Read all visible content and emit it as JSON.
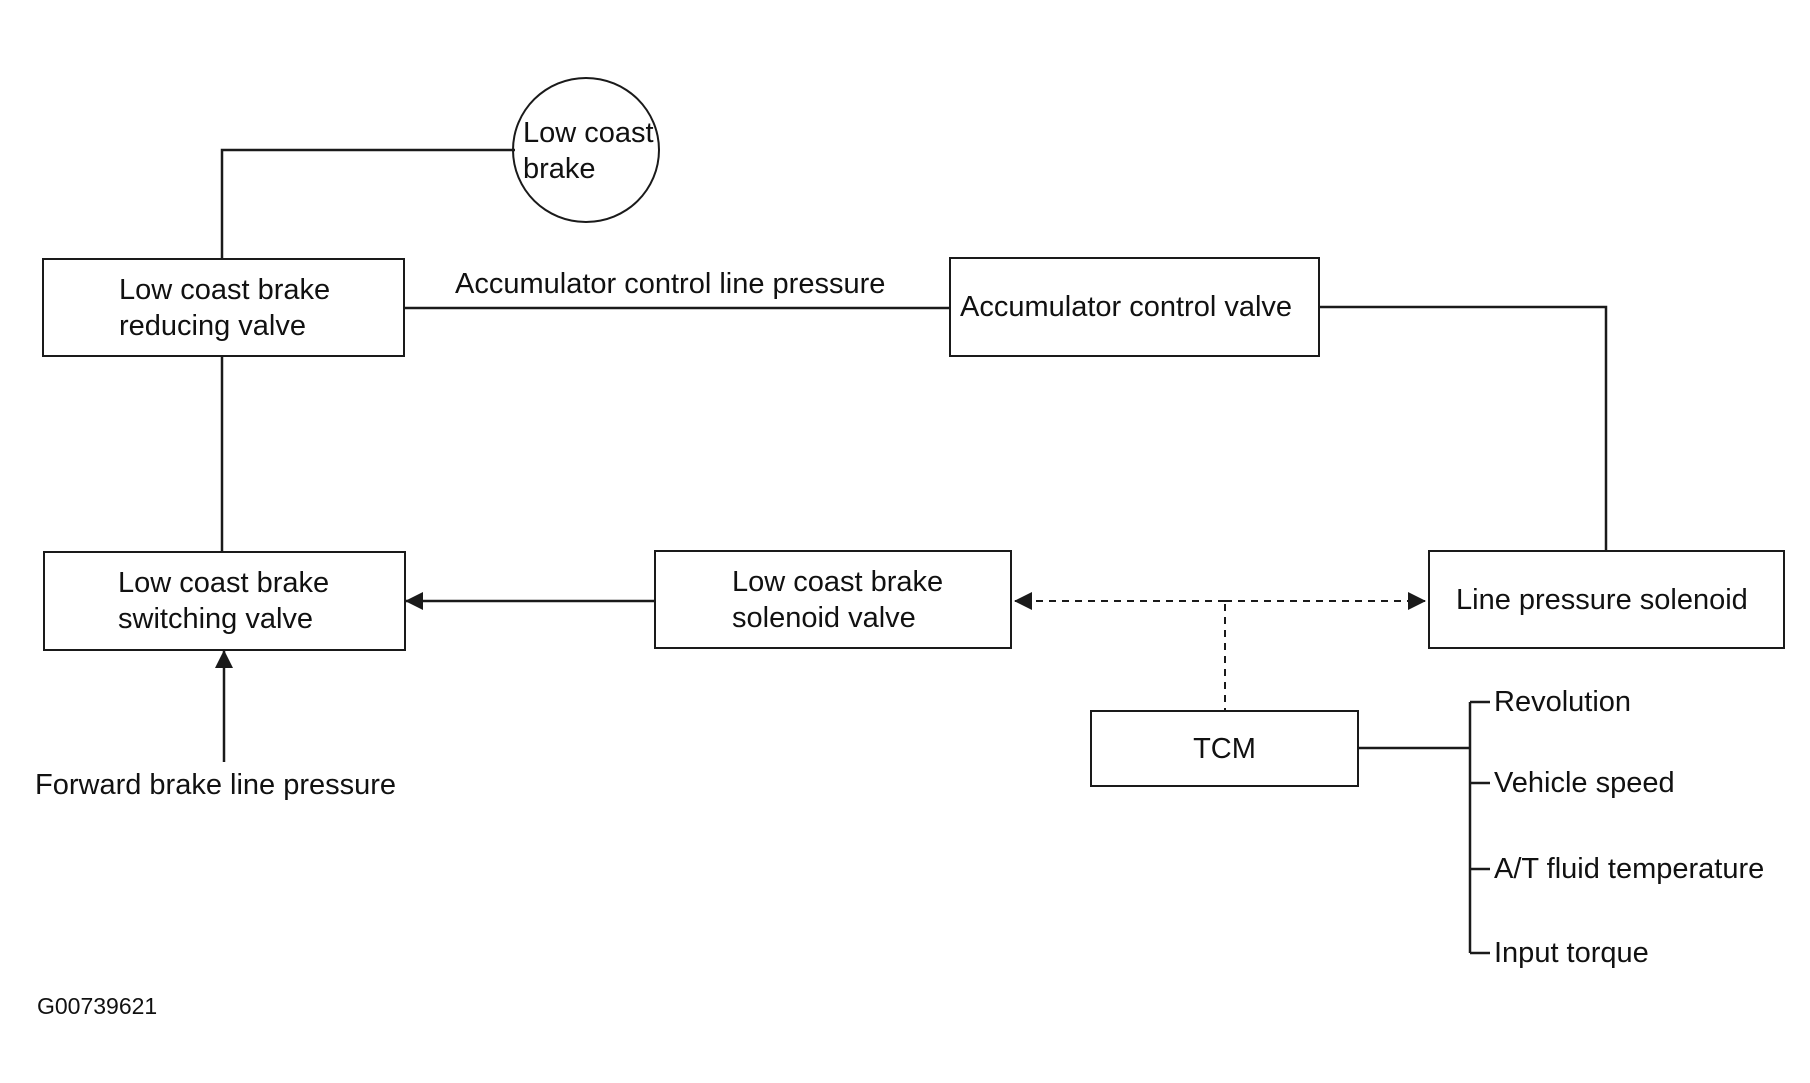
{
  "nodes": {
    "low_coast_brake": "Low coast\nbrake",
    "reducing_valve": "Low coast brake\nreducing valve",
    "accumulator_control_valve": "Accumulator control valve",
    "switching_valve": "Low coast brake\nswitching valve",
    "solenoid_valve": "Low coast brake\nsolenoid valve",
    "line_pressure_solenoid": "Line pressure solenoid",
    "tcm": "TCM"
  },
  "edge_labels": {
    "accumulator_control_line_pressure": "Accumulator control line pressure",
    "forward_brake_line_pressure": "Forward brake line pressure"
  },
  "tcm_inputs": [
    "Revolution",
    "Vehicle speed",
    "A/T fluid temperature",
    "Input torque"
  ],
  "figure_code": "G00739621",
  "colors": {
    "line": "#1a1a1a",
    "background": "#ffffff"
  }
}
